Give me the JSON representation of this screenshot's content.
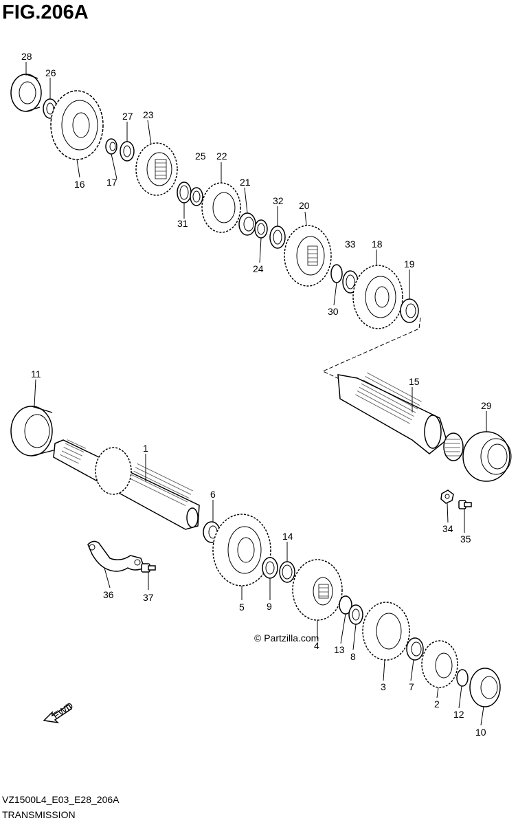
{
  "figure": {
    "title": "FIG.206A",
    "code": "VZ1500L4_E03_E28_206A",
    "caption": "TRANSMISSION",
    "watermark": "© Partzilla.com",
    "fwd_label": "FWD"
  },
  "callouts": [
    {
      "id": "1"
    },
    {
      "id": "2"
    },
    {
      "id": "3"
    },
    {
      "id": "4"
    },
    {
      "id": "5"
    },
    {
      "id": "6"
    },
    {
      "id": "7"
    },
    {
      "id": "8"
    },
    {
      "id": "9"
    },
    {
      "id": "10"
    },
    {
      "id": "11"
    },
    {
      "id": "12"
    },
    {
      "id": "13"
    },
    {
      "id": "14"
    },
    {
      "id": "15"
    },
    {
      "id": "16"
    },
    {
      "id": "17"
    },
    {
      "id": "18"
    },
    {
      "id": "19"
    },
    {
      "id": "20"
    },
    {
      "id": "21"
    },
    {
      "id": "22"
    },
    {
      "id": "23"
    },
    {
      "id": "24"
    },
    {
      "id": "25"
    },
    {
      "id": "26"
    },
    {
      "id": "27"
    },
    {
      "id": "28"
    },
    {
      "id": "29"
    },
    {
      "id": "30"
    },
    {
      "id": "31"
    },
    {
      "id": "32"
    },
    {
      "id": "33"
    },
    {
      "id": "34"
    },
    {
      "id": "35"
    },
    {
      "id": "36"
    },
    {
      "id": "37"
    }
  ]
}
